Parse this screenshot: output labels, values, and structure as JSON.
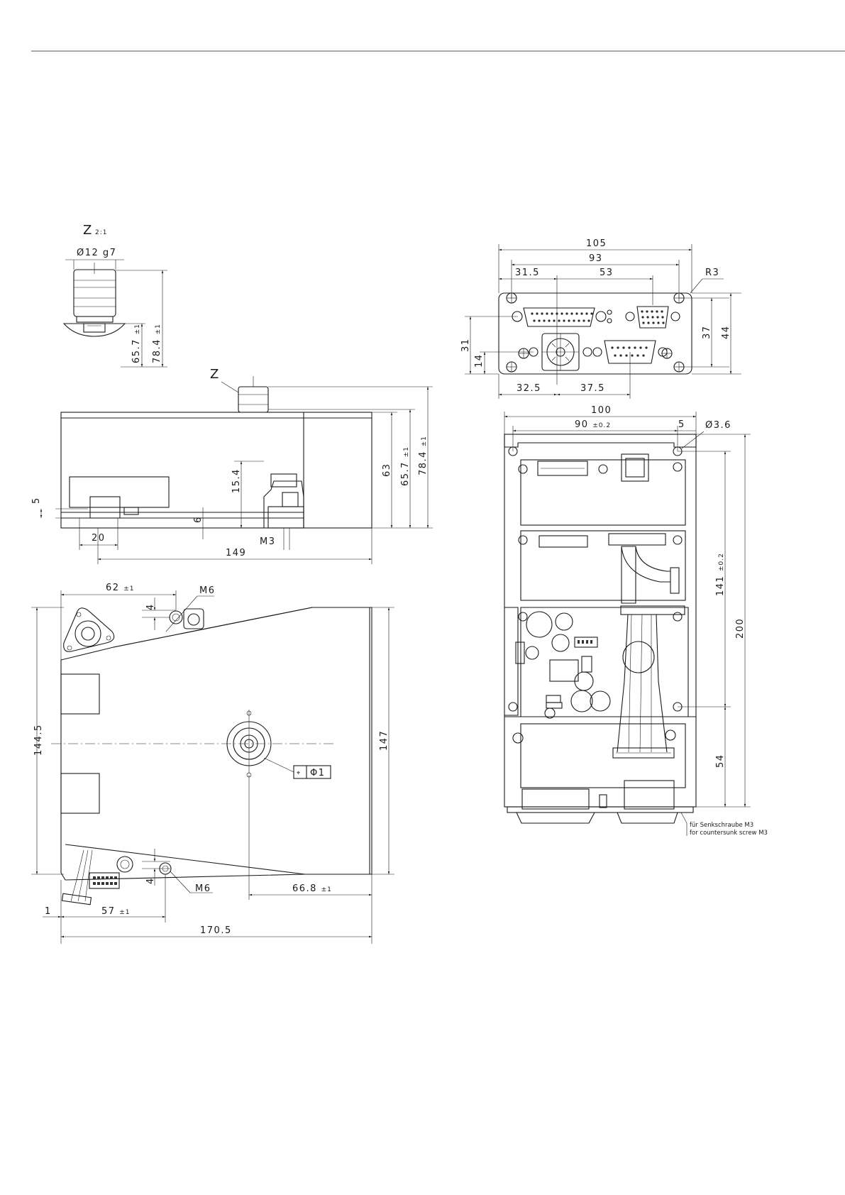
{
  "detail_z": {
    "letter": "Z",
    "scale": "2:1",
    "dia": "Ø12 g7",
    "h1": "65.7",
    "h1_tol": "±1",
    "h2": "78.4",
    "h2_tol": "±1"
  },
  "side_view": {
    "z_marker": "Z",
    "d5": "5",
    "d20": "20",
    "d6": "6",
    "d15_4": "15.4",
    "m3": "M3",
    "d149": "149",
    "d63": "63",
    "d65_7": "65.7",
    "d65_7_tol": "±1",
    "d78_4": "78.4",
    "d78_4_tol": "±1"
  },
  "top_view": {
    "d62": "62",
    "d62_tol": "±1",
    "d4_top": "4",
    "m6_top": "M6",
    "d144_5": "144.5",
    "d147": "147",
    "flatness_symbol": "⌖",
    "flatness_value": "Φ1",
    "d4_bot": "4",
    "m6_bot": "M6",
    "d66_8": "66.8",
    "d66_8_tol": "±1",
    "d1": "1",
    "d57": "57",
    "d57_tol": "±1",
    "d170_5": "170.5"
  },
  "front_view": {
    "d105": "105",
    "d93": "93",
    "d31_5": "31.5",
    "d53": "53",
    "r3": "R3",
    "d31": "31",
    "d14": "14",
    "d37": "37",
    "d44": "44",
    "d32_5": "32.5",
    "d37_5": "37.5"
  },
  "bottom_view": {
    "d100": "100",
    "d90": "90",
    "d90_tol": "±0.2",
    "d5": "5",
    "dia3_6": "Ø3.6",
    "d141": "141",
    "d141_tol": "±0.2",
    "d200": "200",
    "d54": "54",
    "note_de": "für Senkschraube M3",
    "note_en": "for countersunk screw M3"
  }
}
